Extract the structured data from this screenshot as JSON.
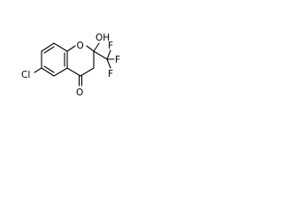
{
  "molecule": {
    "atoms": {
      "chlorine": "Cl",
      "ring_oxygen": "O",
      "hydroxyl": "OH",
      "fluorine_1": "F",
      "fluorine_2": "F",
      "fluorine_3": "F",
      "carbonyl_oxygen": "O"
    },
    "colors": {
      "bond": "#000000",
      "label": "#000000",
      "background": "#ffffff"
    }
  }
}
